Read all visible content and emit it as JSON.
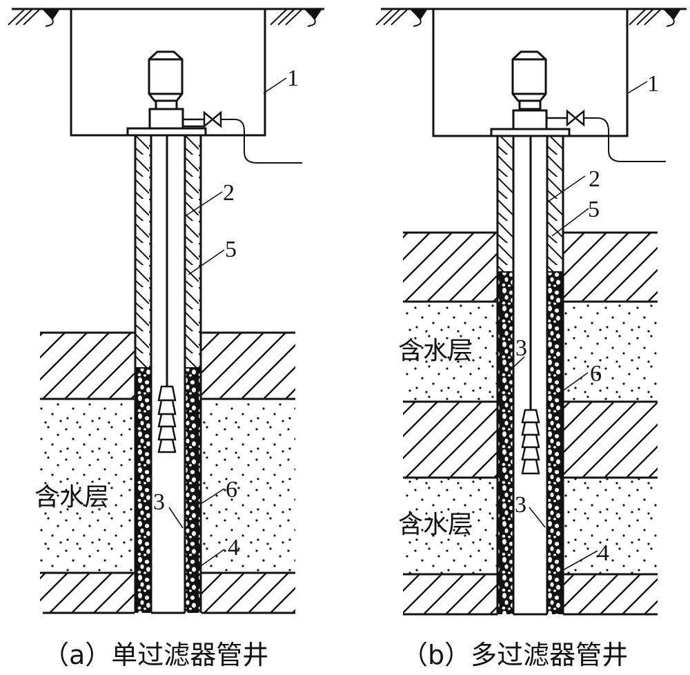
{
  "figure": {
    "panels": [
      {
        "id": "a",
        "caption": "（a）单过滤器管井",
        "layer_label": "含水层",
        "callouts": [
          "1",
          "2",
          "5",
          "3",
          "6",
          "4"
        ],
        "filter_count": 1
      },
      {
        "id": "b",
        "caption": "（b）多过滤器管井",
        "layer_label": "含水层",
        "callouts": [
          "1",
          "2",
          "5",
          "3",
          "6",
          "3",
          "4"
        ],
        "filter_count": 2
      }
    ],
    "legend_numbers": {
      "pump_house": "1",
      "well_casing": "2",
      "filter_pipe": "3",
      "settling_pipe": "4",
      "clay_seal": "5",
      "gravel_pack": "6"
    },
    "colors": {
      "ink": "#111111",
      "background": "#ffffff"
    }
  }
}
